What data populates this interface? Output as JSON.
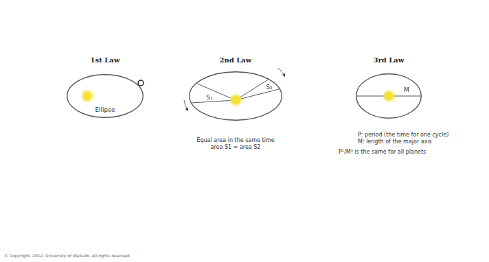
{
  "diagram": {
    "nodes": [
      {
        "text": [
          "1st Law",
          "Ellipse"
        ]
      },
      {
        "text": [
          "2nd Law",
          "S₁",
          "S₂"
        ]
      },
      {
        "text": [
          "3rd Law",
          "M"
        ]
      }
    ],
    "labels": [
      "Equal area in the same time",
      "area S1 = area S2",
      "P: period (the time for one cycle)",
      "M: length of the major axis",
      "P²/M³ is the same for all planets",
      "© Copyright. 2012. University of Waikato. All rights reserved."
    ]
  }
}
